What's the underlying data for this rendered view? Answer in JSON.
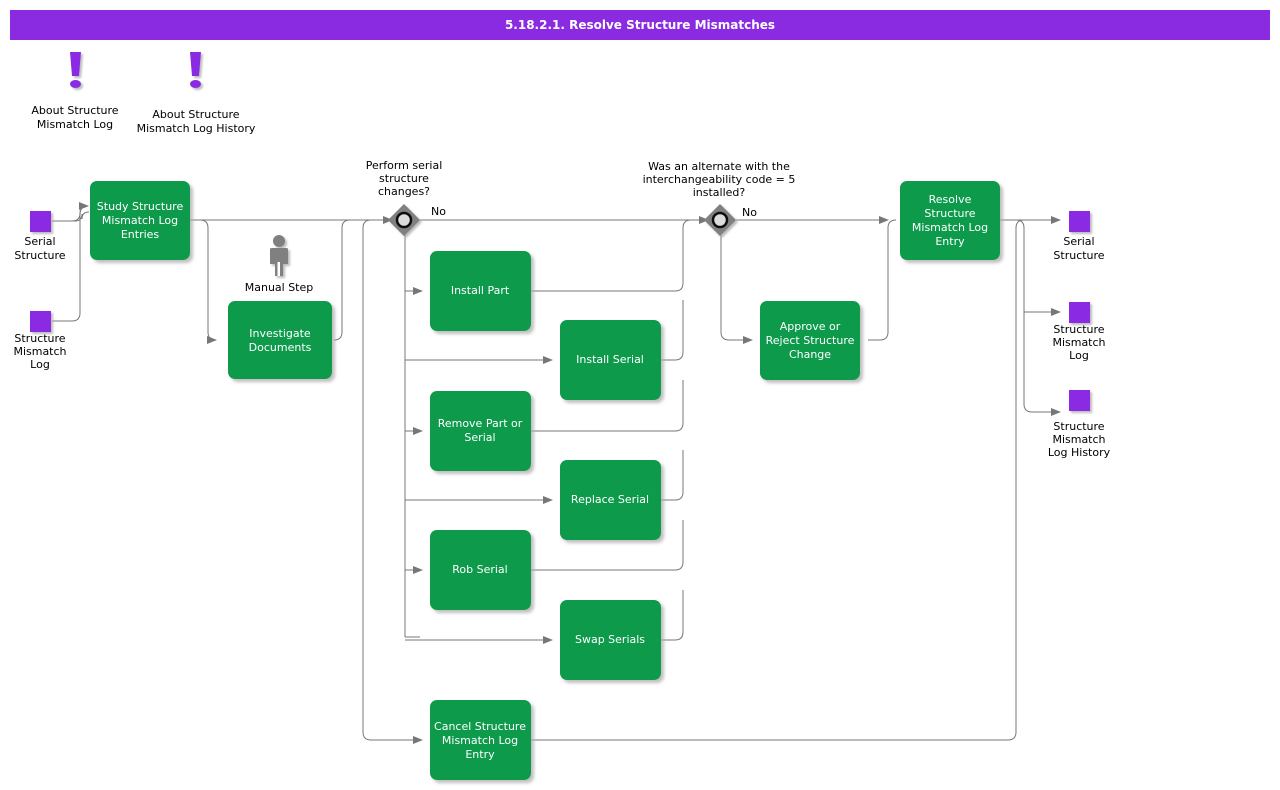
{
  "header": {
    "title": "5.18.2.1. Resolve Structure Mismatches",
    "bar_color": "#8A2BE2",
    "text_color": "#FFFFFF"
  },
  "theme": {
    "activity_fill": "#0E9A4C",
    "activity_text": "#FFFFFF",
    "object_fill": "#8A2BE2",
    "line_color": "#777777",
    "diamond_fill": "#808080",
    "background": "#FFFFFF"
  },
  "notes": [
    {
      "id": "note-about-structure-mismatch-log",
      "icon": "exclamation-icon",
      "line1": "About Structure",
      "line2": "Mismatch Log",
      "line3": ""
    },
    {
      "id": "note-about-structure-mismatch-log-history",
      "icon": "exclamation-icon",
      "line1": "About Structure",
      "line2": "Mismatch Log History",
      "line3": ""
    }
  ],
  "inputs": [
    {
      "id": "input-serial-structure",
      "line1": "Serial",
      "line2": "Structure",
      "line3": ""
    },
    {
      "id": "input-structure-mismatch-log",
      "line1": "Structure",
      "line2": "Mismatch",
      "line3": "Log"
    }
  ],
  "outputs": [
    {
      "id": "output-serial-structure",
      "line1": "Serial",
      "line2": "Structure",
      "line3": ""
    },
    {
      "id": "output-structure-mismatch-log",
      "line1": "Structure",
      "line2": "Mismatch",
      "line3": "Log"
    },
    {
      "id": "output-structure-mismatch-log-history",
      "line1": "Structure",
      "line2": "Mismatch",
      "line3": "Log History"
    }
  ],
  "activities": [
    {
      "id": "activity-study-structure-mismatch-log-entries",
      "lines": [
        "Study Structure",
        "Mismatch Log",
        "Entries"
      ]
    },
    {
      "id": "activity-investigate-documents",
      "lines": [
        "Investigate",
        "Documents"
      ]
    },
    {
      "id": "activity-install-part",
      "lines": [
        "Install Part"
      ]
    },
    {
      "id": "activity-install-serial",
      "lines": [
        "Install Serial"
      ]
    },
    {
      "id": "activity-remove-part-or-serial",
      "lines": [
        "Remove Part or",
        "Serial"
      ]
    },
    {
      "id": "activity-replace-serial",
      "lines": [
        "Replace Serial"
      ]
    },
    {
      "id": "activity-rob-serial",
      "lines": [
        "Rob Serial"
      ]
    },
    {
      "id": "activity-swap-serials",
      "lines": [
        "Swap Serials"
      ]
    },
    {
      "id": "activity-cancel-structure-mismatch-log-entry",
      "lines": [
        "Cancel Structure",
        "Mismatch Log",
        "Entry"
      ]
    },
    {
      "id": "activity-approve-or-reject-structure-change",
      "lines": [
        "Approve or",
        "Reject Structure",
        "Change"
      ]
    },
    {
      "id": "activity-resolve-structure-mismatch-log-entry",
      "lines": [
        "Resolve",
        "Structure",
        "Mismatch Log",
        "Entry"
      ]
    }
  ],
  "manual_step": {
    "id": "manual-step-marker",
    "label": "Manual Step",
    "icon": "person-icon"
  },
  "decisions": [
    {
      "id": "decision-perform-serial-structure-changes",
      "question_lines": [
        "Perform serial",
        "structure",
        "changes?"
      ],
      "branch_label": "No"
    },
    {
      "id": "decision-alternate-interchangeability-code-5",
      "question_lines": [
        "Was an alternate with the",
        "interchangeability code = 5",
        "installed?"
      ],
      "branch_label": "No"
    }
  ]
}
